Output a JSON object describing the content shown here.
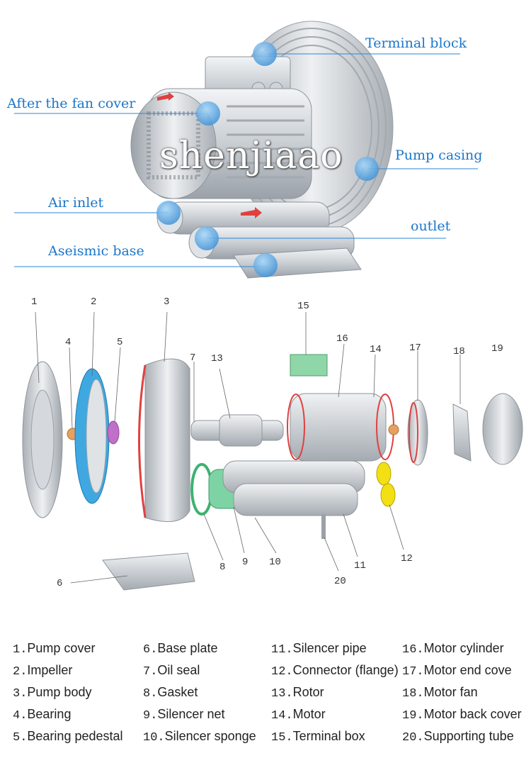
{
  "watermark": "shenjiaao",
  "callouts": [
    {
      "id": "terminal-block",
      "label": "Terminal block"
    },
    {
      "id": "fan-cover",
      "label": "After the fan cover"
    },
    {
      "id": "pump-casing",
      "label": "Pump casing"
    },
    {
      "id": "air-inlet",
      "label": "Air inlet"
    },
    {
      "id": "outlet",
      "label": "outlet"
    },
    {
      "id": "aseismic-base",
      "label": "Aseismic base"
    }
  ],
  "part_numbers": [
    "1",
    "2",
    "3",
    "4",
    "5",
    "6",
    "7",
    "8",
    "9",
    "10",
    "11",
    "12",
    "13",
    "14",
    "15",
    "16",
    "17",
    "18",
    "19",
    "20"
  ],
  "legend": {
    "col1": [
      {
        "n": "1.",
        "label": "Pump cover"
      },
      {
        "n": "2.",
        "label": "Impeller"
      },
      {
        "n": "3.",
        "label": "Pump body"
      },
      {
        "n": "4.",
        "label": "Bearing"
      },
      {
        "n": "5.",
        "label": "Bearing pedestal"
      }
    ],
    "col2": [
      {
        "n": "6.",
        "label": "Base plate"
      },
      {
        "n": "7.",
        "label": "Oil seal"
      },
      {
        "n": "8.",
        "label": "Gasket"
      },
      {
        "n": "9.",
        "label": "Silencer net"
      },
      {
        "n": "10.",
        "label": "Silencer sponge"
      }
    ],
    "col3": [
      {
        "n": "11.",
        "label": "Silencer pipe"
      },
      {
        "n": "12.",
        "label": "Connector (flange)"
      },
      {
        "n": "13.",
        "label": "Rotor"
      },
      {
        "n": "14.",
        "label": "Motor"
      },
      {
        "n": "15.",
        "label": "Terminal box"
      }
    ],
    "col4": [
      {
        "n": "16.",
        "label": "Motor cylinder"
      },
      {
        "n": "17.",
        "label": "Motor end cove"
      },
      {
        "n": "18.",
        "label": "Motor fan"
      },
      {
        "n": "19.",
        "label": "Motor back cover"
      },
      {
        "n": "20.",
        "label": "Supporting tube"
      }
    ]
  },
  "colors": {
    "callout_text": "#1a76c9",
    "callout_dot": "#5aaae8",
    "metal_light": "#e8ebee",
    "metal_mid": "#b9bfc5",
    "metal_dark": "#8d949b",
    "red_accent": "#e04040",
    "impeller_blue": "#3fa8e0",
    "pedestal_purple": "#c070c8",
    "gasket_green": "#3cb371",
    "net_green": "#7ed3a5",
    "connector_yellow": "#f2df14",
    "bearing_orange": "#e8a060",
    "terminal_green": "#8fd6a8"
  }
}
